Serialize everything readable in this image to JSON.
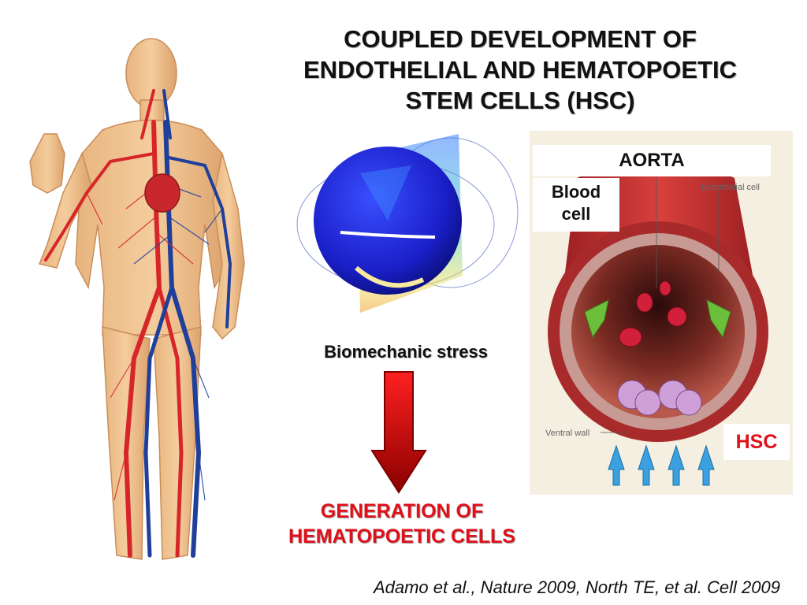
{
  "title": {
    "line1": "COUPLED DEVELOPMENT OF",
    "line2": "ENDOTHELIAL AND HEMATOPOETIC",
    "line3": "STEM CELLS (HSC)"
  },
  "middle": {
    "stress_label": "Biomechanic stress",
    "result_line1": "GENERATION OF",
    "result_line2": "HEMATOPOETIC CELLS"
  },
  "aorta_diagram": {
    "aorta_label": "AORTA",
    "blood_cell_line1": "Blood",
    "blood_cell_line2": "cell",
    "hsc_label": "HSC",
    "endothelial_annotation": "Endothelial cell",
    "ventral_wall_annotation": "Ventral wall"
  },
  "citation": "Adamo et al., Nature 2009, North TE, et al. Cell 2009",
  "colors": {
    "artery": "#d7262a",
    "vein": "#1f3f9a",
    "highlight_text": "#e0101a",
    "arrow_gradient_top": "#ff2020",
    "arrow_gradient_bottom": "#8a0000"
  }
}
